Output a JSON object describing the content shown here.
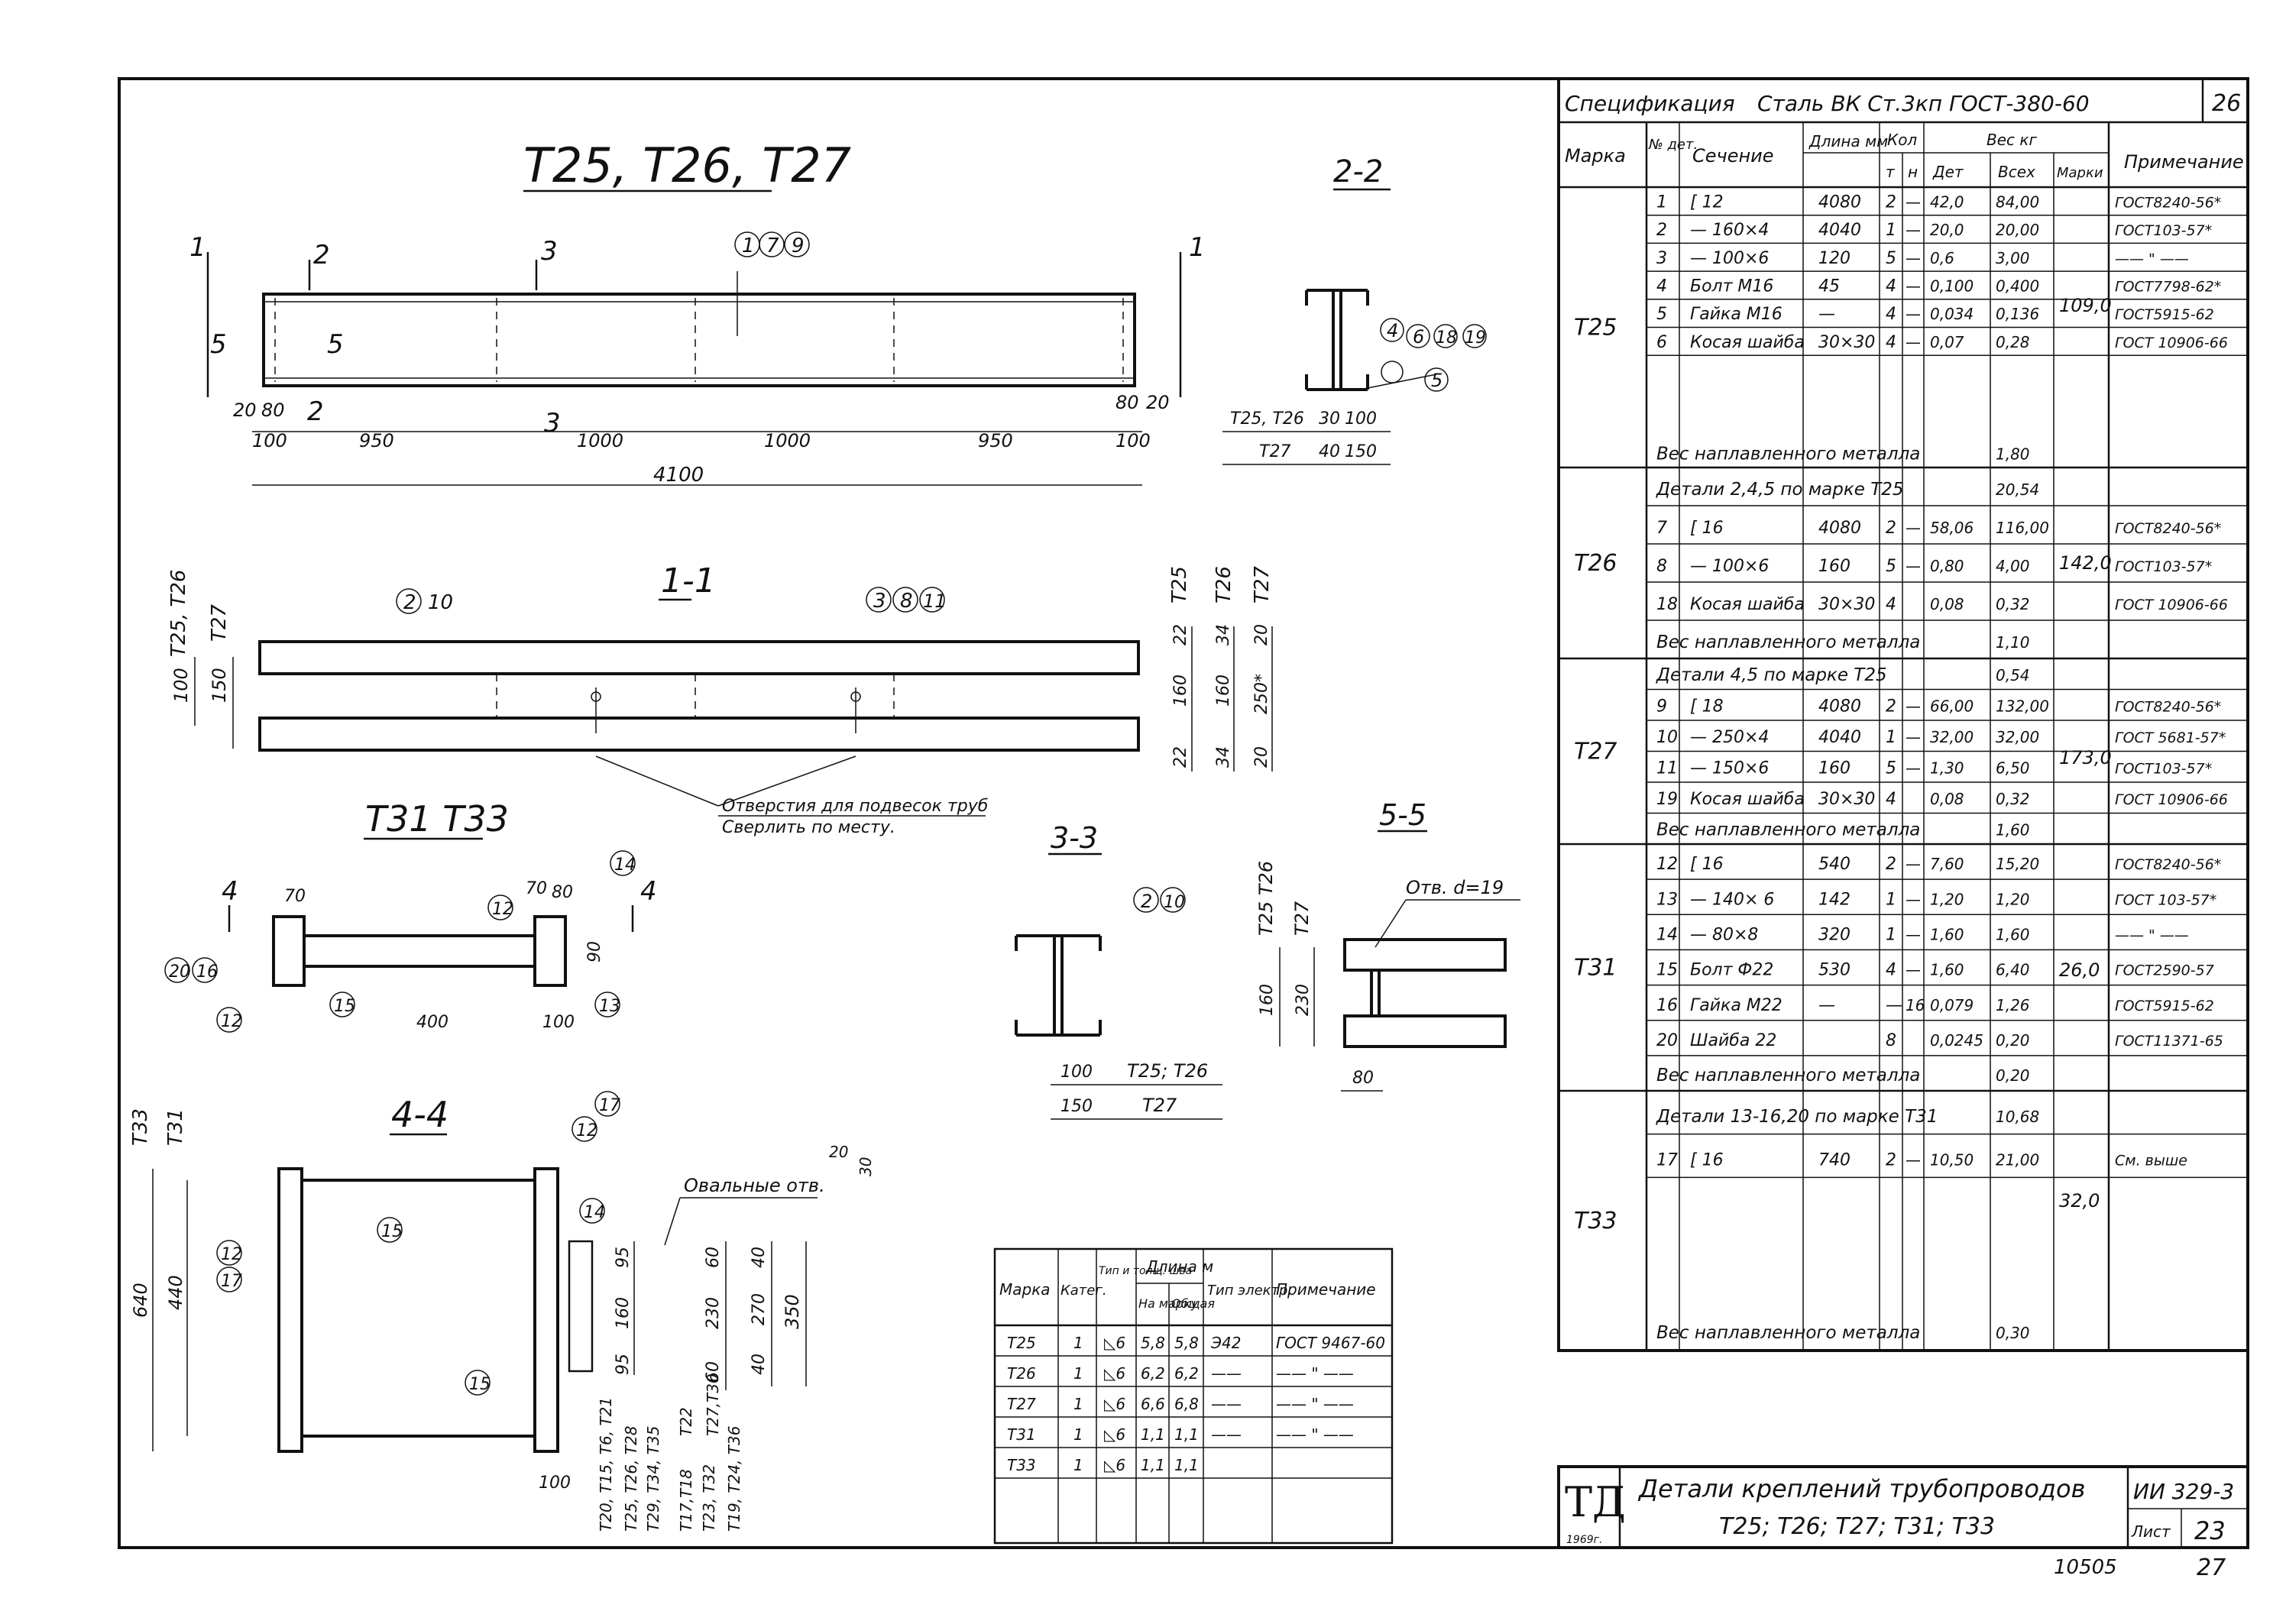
{
  "drawing": {
    "main_title": "Т25, Т26, Т27",
    "title_t31_t33": "Т31 Т33",
    "section_2_2": "2-2",
    "section_1_1": "1-1",
    "section_3_3": "3-3",
    "section_5_5": "5-5",
    "section_4_4": "4-4",
    "cut_labels": [
      "1",
      "2",
      "3",
      "5",
      "4"
    ],
    "top_plan_dims": {
      "left_20": "20",
      "left_80": "80",
      "left_100": "100",
      "seg_950a": "950",
      "seg_1000a": "1000",
      "seg_1000b": "1000",
      "seg_950b": "950",
      "right_100": "100",
      "right_80": "80",
      "right_20": "20",
      "total": "4100"
    },
    "bubbles_top": [
      "1",
      "7",
      "9"
    ],
    "sec22": {
      "bubbles": [
        "4",
        "6",
        "18",
        "19"
      ],
      "bubble5": "5",
      "r1_label": "Т25, Т26",
      "r1_a": "30",
      "r1_b": "100",
      "r2_label": "Т27",
      "r2_a": "40",
      "r2_b": "150"
    },
    "sec11": {
      "left_marks": [
        "Т25, Т26",
        "Т27"
      ],
      "left_dims": [
        "100",
        "150"
      ],
      "right_marks": [
        "Т25",
        "Т26",
        "Т27"
      ],
      "dims_t25": [
        "22",
        "160",
        "22"
      ],
      "dims_t26": [
        "34",
        "160",
        "34"
      ],
      "dims_t27": [
        "20",
        "250*",
        "20"
      ],
      "bubble_left": [
        "2",
        "10"
      ],
      "bubbles_right": [
        "3",
        "8",
        "11"
      ],
      "note_line1": "Отверстия для подвесок труб",
      "note_line2": "Сверлить по месту."
    },
    "t31": {
      "dims": [
        "70",
        "70",
        "80",
        "90",
        "400",
        "100"
      ],
      "bubbles": [
        "12",
        "14",
        "20",
        "16",
        "12",
        "15",
        "13"
      ]
    },
    "sec33": {
      "bubbles": [
        "2",
        "10"
      ],
      "dim_100": "100",
      "dim_150": "150",
      "lbl_1": "Т25; Т26",
      "lbl_2": "Т27"
    },
    "sec55": {
      "hole": "Отв. d=19",
      "marks": [
        "Т25 Т26",
        "Т27"
      ],
      "dims": [
        "160",
        "230"
      ],
      "dim_80": "80"
    },
    "sec44": {
      "marks": [
        "Т33",
        "Т31"
      ],
      "dims_left": [
        "640",
        "440"
      ],
      "bubbles": [
        "17",
        "12",
        "14",
        "12",
        "17",
        "15",
        "15"
      ],
      "oval": "Овальные отв.",
      "oval_dims": [
        "20",
        "30"
      ],
      "dims_vert": [
        "95",
        "160",
        "95",
        "60",
        "230",
        "60",
        "40",
        "270",
        "40",
        "350"
      ],
      "dim_100": "100",
      "col_labels": [
        "Т20, Т15, Т6, Т21",
        "Т25, Т26, Т28",
        "Т29, Т34, Т35",
        "Т22",
        "Т17,Т18",
        "Т27,Т30",
        "Т23, Т32",
        "Т19, Т24, Т36"
      ]
    }
  },
  "spec": {
    "title": "Спецификация",
    "steel": "Сталь ВК Ст.3кп ГОСТ-380-60",
    "page_no": "26",
    "headers": {
      "mark": "Марка",
      "detail_no": "№ дет.",
      "section": "Сечение",
      "length": "Длина мм",
      "qty": "Кол",
      "qty_t": "т",
      "qty_n": "н",
      "weight": "Вес кг",
      "w_det": "Дет",
      "w_all": "Всех",
      "w_mark": "Марки",
      "note": "Примечание"
    },
    "rows": [
      {
        "mark": "Т25",
        "det": "1",
        "sec": "[ 12",
        "len": "4080",
        "qt": "2",
        "qn": "—",
        "wd": "42,0",
        "wa": "84,00",
        "note": "ГОСТ8240-56*"
      },
      {
        "det": "2",
        "sec": "— 160×4",
        "len": "4040",
        "qt": "1",
        "qn": "—",
        "wd": "20,0",
        "wa": "20,00",
        "note": "ГОСТ103-57*"
      },
      {
        "det": "3",
        "sec": "— 100×6",
        "len": "120",
        "qt": "5",
        "qn": "—",
        "wd": "0,6",
        "wa": "3,00",
        "note": "—— \" ——"
      },
      {
        "det": "4",
        "sec": "Болт М16",
        "len": "45",
        "qt": "4",
        "qn": "—",
        "wd": "0,100",
        "wa": "0,400",
        "note": "ГОСТ7798-62*"
      },
      {
        "det": "5",
        "sec": "Гайка М16",
        "len": "—",
        "qt": "4",
        "qn": "—",
        "wd": "0,034",
        "wa": "0,136",
        "note": "ГОСТ5915-62"
      },
      {
        "det": "6",
        "sec": "Косая шайба",
        "len": "30×30",
        "qt": "4",
        "qn": "—",
        "wd": "0,07",
        "wa": "0,28",
        "note": "ГОСТ 10906-66"
      },
      {
        "weld": "Вес наплавленного металла",
        "wa": "1,80"
      },
      {
        "mark": "Т26",
        "detnote": "Детали 2,4,5 по марке Т25",
        "wa": "20,54"
      },
      {
        "det": "7",
        "sec": "[ 16",
        "len": "4080",
        "qt": "2",
        "qn": "—",
        "wd": "58,06",
        "wa": "116,00",
        "note": "ГОСТ8240-56*"
      },
      {
        "det": "8",
        "sec": "— 100×6",
        "len": "160",
        "qt": "5",
        "qn": "—",
        "wd": "0,80",
        "wa": "4,00",
        "note": "ГОСТ103-57*"
      },
      {
        "det": "18",
        "sec": "Косая шайба",
        "len": "30×30",
        "qt": "4",
        "qn": "",
        "wd": "0,08",
        "wa": "0,32",
        "note": "ГОСТ 10906-66"
      },
      {
        "weld": "Вес наплавленного металла",
        "wa": "1,10"
      },
      {
        "mark": "Т27",
        "detnote": "Детали 4,5 по марке Т25",
        "wa": "0,54"
      },
      {
        "det": "9",
        "sec": "[ 18",
        "len": "4080",
        "qt": "2",
        "qn": "—",
        "wd": "66,00",
        "wa": "132,00",
        "note": "ГОСТ8240-56*"
      },
      {
        "det": "10",
        "sec": "— 250×4",
        "len": "4040",
        "qt": "1",
        "qn": "—",
        "wd": "32,00",
        "wa": "32,00",
        "note": "ГОСТ 5681-57*"
      },
      {
        "det": "11",
        "sec": "— 150×6",
        "len": "160",
        "qt": "5",
        "qn": "—",
        "wd": "1,30",
        "wa": "6,50",
        "note": "ГОСТ103-57*"
      },
      {
        "det": "19",
        "sec": "Косая шайба",
        "len": "30×30",
        "qt": "4",
        "qn": "",
        "wd": "0,08",
        "wa": "0,32",
        "note": "ГОСТ 10906-66"
      },
      {
        "weld": "Вес наплавленного металла",
        "wa": "1,60"
      },
      {
        "mark": "Т31",
        "det": "12",
        "sec": "[ 16",
        "len": "540",
        "qt": "2",
        "qn": "—",
        "wd": "7,60",
        "wa": "15,20",
        "note": "ГОСТ8240-56*"
      },
      {
        "det": "13",
        "sec": "— 140× 6",
        "len": "142",
        "qt": "1",
        "qn": "—",
        "wd": "1,20",
        "wa": "1,20",
        "note": "ГОСТ 103-57*"
      },
      {
        "det": "14",
        "sec": "— 80×8",
        "len": "320",
        "qt": "1",
        "qn": "—",
        "wd": "1,60",
        "wa": "1,60",
        "note": "—— \" ——"
      },
      {
        "det": "15",
        "sec": "Болт Ф22",
        "len": "530",
        "qt": "4",
        "qn": "—",
        "wd": "1,60",
        "wa": "6,40",
        "note": "ГОСТ2590-57"
      },
      {
        "det": "16",
        "sec": "Гайка М22",
        "len": "—",
        "qt": "—",
        "qn": "16",
        "wd": "0,079",
        "wa": "1,26",
        "note": "ГОСТ5915-62"
      },
      {
        "det": "20",
        "sec": "Шайба 22",
        "len": "",
        "qt": "8",
        "qn": "",
        "wd": "0,0245",
        "wa": "0,20",
        "note": "ГОСТ11371-65"
      },
      {
        "weld": "Вес наплавленного металла",
        "wa": "0,20"
      },
      {
        "mark": "Т33",
        "detnote": "Детали 13-16,20 по марке Т31",
        "wa": "10,68"
      },
      {
        "det": "17",
        "sec": "[ 16",
        "len": "740",
        "qt": "2",
        "qn": "—",
        "wd": "10,50",
        "wa": "21,00",
        "note": "См. выше"
      },
      {
        "weld": "Вес наплавленного металла",
        "wa": "0,30"
      }
    ],
    "mark_totals": {
      "t25": "109,0",
      "t26": "142,0",
      "t27": "173,0",
      "t31": "26,0",
      "t33": "32,0"
    }
  },
  "weld_table": {
    "headers": {
      "mark": "Марка",
      "cat": "Катег.",
      "type": "Тип и толщ. шва",
      "len": "Длина м",
      "per_mark": "На марку",
      "total": "Общая",
      "elec": "Тип электр.",
      "note": "Примечание"
    },
    "rows": [
      {
        "mark": "Т25",
        "cat": "1",
        "type": "◺6",
        "pm": "5,8",
        "tot": "5,8",
        "elec": "Э42",
        "note": "ГОСТ 9467-60"
      },
      {
        "mark": "Т26",
        "cat": "1",
        "type": "◺6",
        "pm": "6,2",
        "tot": "6,2",
        "elec": "——",
        "note": "—— \" ——"
      },
      {
        "mark": "Т27",
        "cat": "1",
        "type": "◺6",
        "pm": "6,6",
        "tot": "6,8",
        "elec": "——",
        "note": "—— \" ——"
      },
      {
        "mark": "Т31",
        "cat": "1",
        "type": "◺6",
        "pm": "1,1",
        "tot": "1,1",
        "elec": "——",
        "note": "—— \" ——"
      },
      {
        "mark": "Т33",
        "cat": "1",
        "type": "◺6",
        "pm": "1,1",
        "tot": "1,1",
        "elec": "",
        "note": ""
      }
    ]
  },
  "title_block": {
    "logo": "ТД",
    "year": "1969г.",
    "title_line1": "Детали креплений трубопроводов",
    "title_line2": "Т25; Т26; Т27; Т31; Т33",
    "series": "ИИ 329-3",
    "sheet_label": "Лист",
    "sheet_no": "23"
  },
  "footer": {
    "archive_no": "10505",
    "page": "27"
  }
}
